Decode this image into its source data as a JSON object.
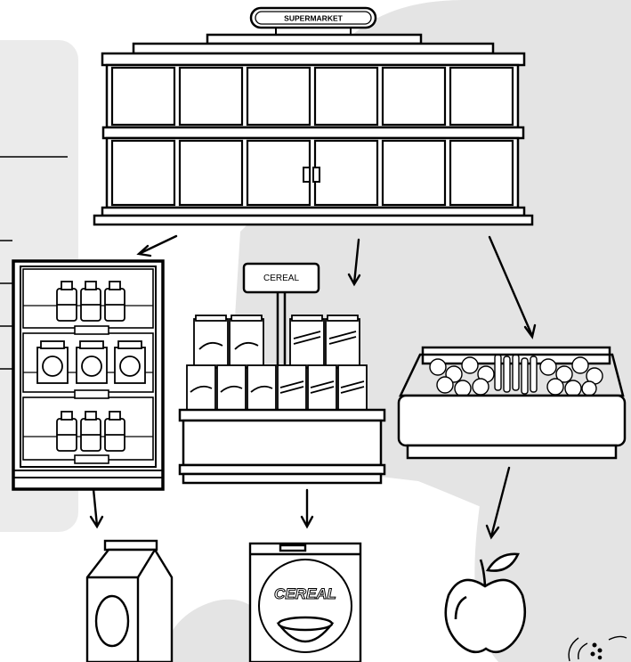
{
  "store_sign": "SUPERMARKET",
  "shelf_sign": "CEREAL",
  "cereal_box_label": "CEREAL",
  "colors": {
    "background_blob": "#e4e4e4",
    "worksheet_panel": "#ebebeb",
    "ink": "#000000",
    "paper": "#ffffff"
  },
  "icons": [
    "supermarket-building-icon",
    "refrigerator-icon",
    "cereal-shelf-icon",
    "produce-bin-icon",
    "milk-carton-icon",
    "cereal-box-icon",
    "apple-icon",
    "logo-icon"
  ]
}
